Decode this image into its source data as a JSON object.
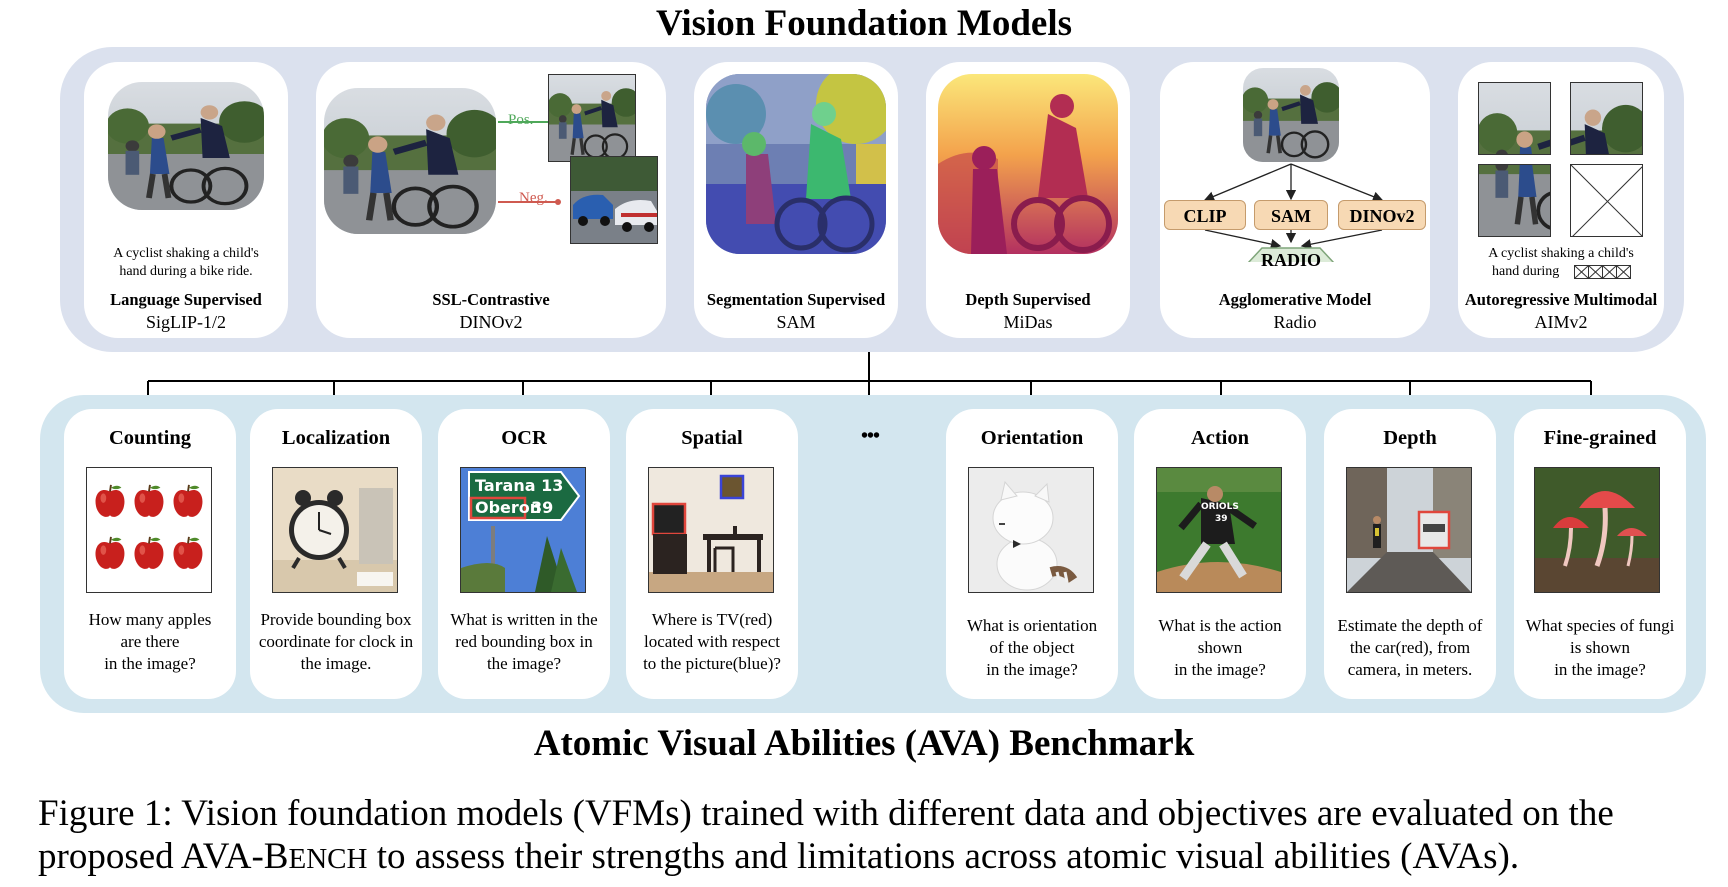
{
  "top_title": "Vision Foundation Models",
  "bottom_title": "Atomic Visual Abilities (AVA) Benchmark",
  "models": [
    {
      "title": "Language Supervised",
      "name": "SigLIP-1/2",
      "caption": [
        "A cyclist shaking a child's",
        "hand during a bike ride."
      ]
    },
    {
      "title": "SSL-Contrastive",
      "name": "DINOv2",
      "pos_label": "Pos.",
      "neg_label": "Neg."
    },
    {
      "title": "Segmentation Supervised",
      "name": "SAM"
    },
    {
      "title": "Depth Supervised",
      "name": "MiDas"
    },
    {
      "title": "Agglomerative Model",
      "name": "Radio",
      "teachers": [
        "CLIP",
        "SAM",
        "DINOv2"
      ],
      "student": "RADIO"
    },
    {
      "title": "Autoregressive Multimodal",
      "name": "AIMv2",
      "caption": [
        "A cyclist shaking a child's",
        "hand during"
      ]
    }
  ],
  "abilities": [
    {
      "title": "Counting",
      "question": [
        "How many apples",
        "are there",
        "in the image?"
      ]
    },
    {
      "title": "Localization",
      "question": [
        "Provide bounding box",
        "coordinate for clock in",
        "the image."
      ]
    },
    {
      "title": "OCR",
      "question": [
        "What is written in the",
        "red bounding box in",
        "the image?"
      ],
      "sign_line1": "Tarana 13",
      "sign_line2_a": "Oberon",
      "sign_line2_b": "39"
    },
    {
      "title": "Spatial",
      "question": [
        "Where is TV(red)",
        "located with respect",
        "to the picture(blue)?"
      ]
    },
    {
      "title": "Orientation",
      "question": [
        "What is orientation",
        "of the object",
        "in the image?"
      ]
    },
    {
      "title": "Action",
      "question": [
        "What is the action",
        "shown",
        "in the image?"
      ],
      "jersey": "ORIOLS",
      "number": "39"
    },
    {
      "title": "Depth",
      "question": [
        "Estimate the depth of",
        "the car(red), from",
        "camera, in meters."
      ]
    },
    {
      "title": "Fine-grained",
      "question": [
        "What species of fungi",
        "is shown",
        "in the image?"
      ]
    }
  ],
  "ellipsis": "•••",
  "caption": {
    "label": "Figure 1:",
    "text_part1": "Vision foundation models (VFMs) trained with different data and objectives are evaluated on the proposed AVA-B",
    "sc_part": "ENCH",
    "text_part2": " to assess their strengths and limitations across atomic visual abilities (AVAs)."
  },
  "colors": {
    "top_panel": "#dbe1ee",
    "bottom_panel": "#d3e6ef",
    "pos": "#4fa85a",
    "neg": "#cf5a50",
    "tag_fill": "#f7d9b4",
    "radio_fill": "#dcebd8"
  }
}
